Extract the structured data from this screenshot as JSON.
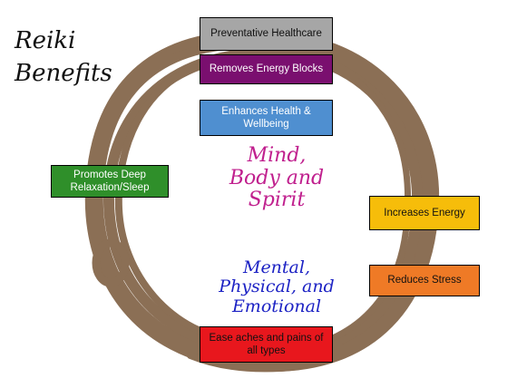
{
  "title": {
    "line1": "Reiki",
    "line2": "Benefits"
  },
  "benefits": [
    {
      "label": "Preventative Healthcare",
      "color": "#a6a6a6",
      "text_color": "#111111"
    },
    {
      "label": "Removes Energy Blocks",
      "color": "#7a0f6f",
      "text_color": "#ffffff"
    },
    {
      "label": "Enhances Health & Wellbeing",
      "color": "#4f8fd0",
      "text_color": "#ffffff"
    },
    {
      "label": "Promotes Deep Relaxation/Sleep",
      "color": "#2f8f2a",
      "text_color": "#ffffff"
    },
    {
      "label": "Increases Energy",
      "color": "#f6bd0a",
      "text_color": "#111111"
    },
    {
      "label": "Reduces Stress",
      "color": "#ef7a26",
      "text_color": "#111111"
    },
    {
      "label": "Ease aches and pains of all types",
      "color": "#e8171d",
      "text_color": "#111111"
    }
  ],
  "center": {
    "line1": "Mind,",
    "line2": "Body and",
    "line3": "Spirit",
    "color": "#c0208e"
  },
  "lower_center": {
    "line1": "Mental,",
    "line2": "Physical, and",
    "line3": "Emotional",
    "color": "#1c22c4"
  },
  "ring_color": "#8b6f55"
}
